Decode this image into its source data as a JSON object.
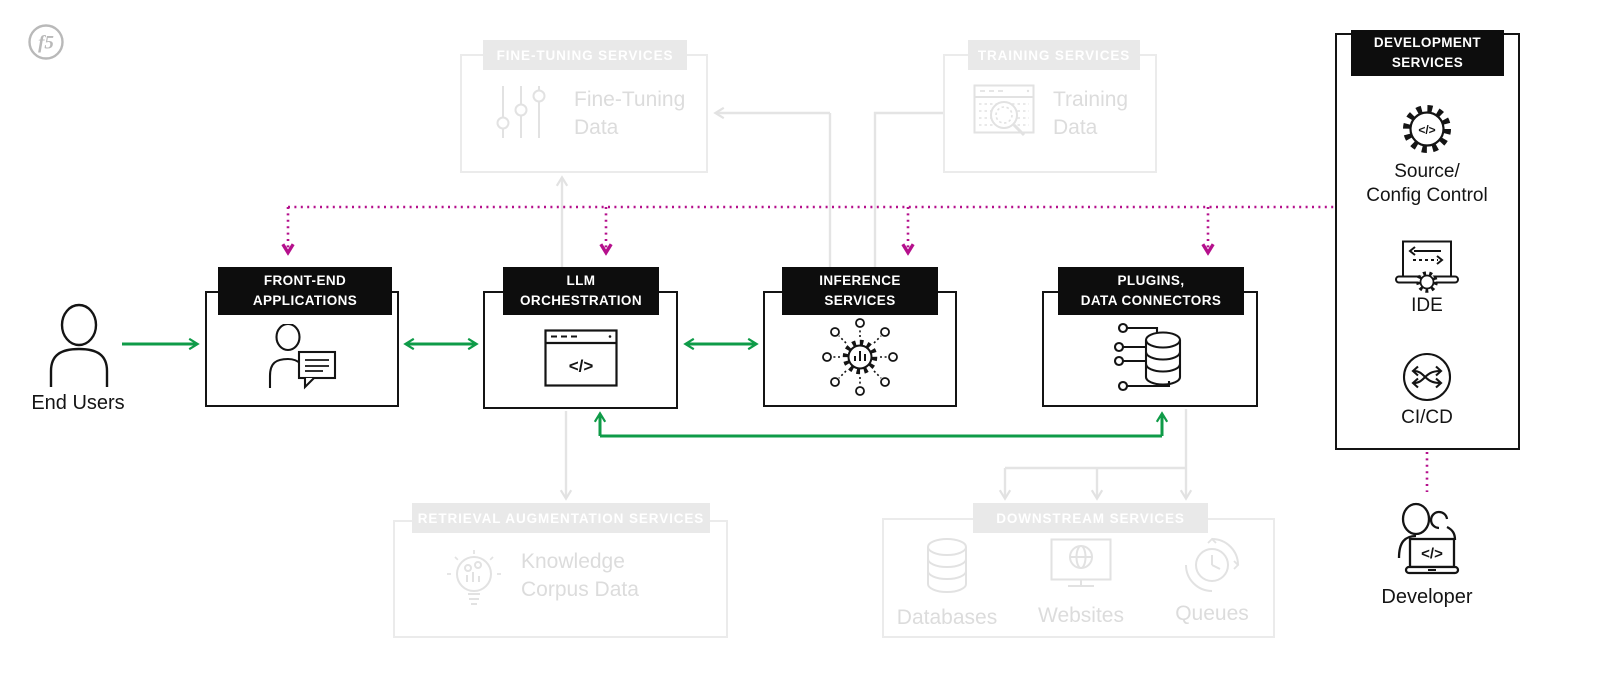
{
  "brand": {
    "logo": "f5"
  },
  "colors": {
    "flow_green": "#0f9b48",
    "dev_magenta": "#b5108c",
    "inactive_gray": "#e7e7e7",
    "node_black": "#0d0d0d"
  },
  "glyphs": {
    "code": "</>"
  },
  "actors": {
    "end_users": {
      "label": "End Users",
      "icon": "person-icon"
    },
    "developer": {
      "label": "Developer",
      "icon": "developer-icon"
    }
  },
  "pipeline": [
    {
      "title1": "FRONT-END",
      "title2": "APPLICATIONS",
      "icon": "user-chat-icon"
    },
    {
      "title1": "LLM",
      "title2": "ORCHESTRATION",
      "icon": "code-window-icon"
    },
    {
      "title1": "INFERENCE",
      "title2": "SERVICES",
      "icon": "gear-network-icon"
    },
    {
      "title1": "PLUGINS,",
      "title2": "DATA CONNECTORS",
      "icon": "database-connectors-icon"
    }
  ],
  "inactive_services": {
    "fine_tuning": {
      "title": "FINE-TUNING SERVICES",
      "line1": "Fine-Tuning",
      "line2": "Data",
      "icon": "sliders-icon"
    },
    "training": {
      "title": "TRAINING SERVICES",
      "line1": "Training",
      "line2": "Data",
      "icon": "table-search-icon"
    },
    "retrieval": {
      "title": "RETRIEVAL AUGMENTATION SERVICES",
      "line1": "Knowledge",
      "line2": "Corpus Data",
      "icon": "knowledge-bulb-icon"
    },
    "downstream": {
      "title": "DOWNSTREAM SERVICES",
      "items": [
        {
          "label": "Databases",
          "icon": "database-icon"
        },
        {
          "label": "Websites",
          "icon": "website-icon"
        },
        {
          "label": "Queues",
          "icon": "queue-clock-icon"
        }
      ]
    }
  },
  "development": {
    "title1": "DEVELOPMENT",
    "title2": "SERVICES",
    "items": [
      {
        "line1": "Source/",
        "line2": "Config Control",
        "icon": "gear-code-icon"
      },
      {
        "line1": "IDE",
        "line2": "",
        "icon": "ide-icon"
      },
      {
        "line1": "CI/CD",
        "line2": "",
        "icon": "cicd-icon"
      }
    ]
  }
}
